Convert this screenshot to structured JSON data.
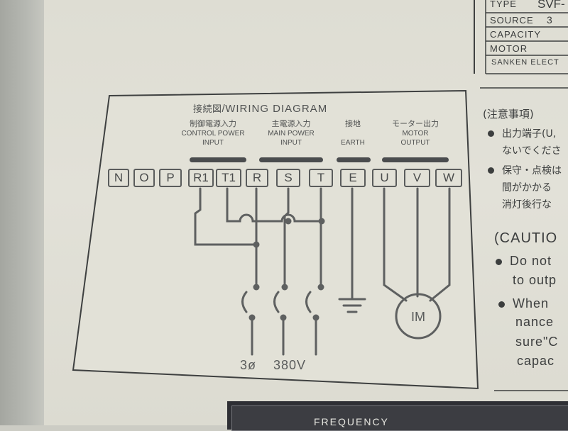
{
  "spec_plate": {
    "rows": [
      "TYPE",
      "SOURCE",
      "CAPACITY",
      "MOTOR"
    ],
    "type_value": "SVF-",
    "source_value": "3",
    "maker": "SANKEN ELECT"
  },
  "diagram": {
    "title_jp": "接続図",
    "title_sep": "/",
    "title_en": "WIRING DIAGRAM",
    "groups": {
      "control": {
        "jp": "制御電源入力",
        "en1": "CONTROL POWER",
        "en2": "INPUT"
      },
      "main": {
        "jp": "主電源入力",
        "en1": "MAIN POWER",
        "en2": "INPUT"
      },
      "earth": {
        "jp": "接地",
        "en1": "EARTH"
      },
      "motor": {
        "jp": "モーター出力",
        "en1": "MOTOR",
        "en2": "OUTPUT"
      }
    },
    "terminals": [
      "N",
      "O",
      "P",
      "R1",
      "T1",
      "R",
      "S",
      "T",
      "E",
      "U",
      "V",
      "W"
    ],
    "motor_label": "IM",
    "supply_phase": "3ø",
    "supply_voltage": "380V"
  },
  "caution": {
    "jp_header": "(注意事項)",
    "jp_lines": [
      "出力端子(U,",
      "ないでくださ",
      "保守・点検は",
      "間がかかる",
      "消灯後行な"
    ],
    "en_header": "(CAUTIO",
    "en_lines": [
      "Do not",
      "to outp",
      "When",
      "nance",
      "sure\"C",
      "capac"
    ]
  },
  "footer": {
    "label": "FREQUENCY"
  }
}
